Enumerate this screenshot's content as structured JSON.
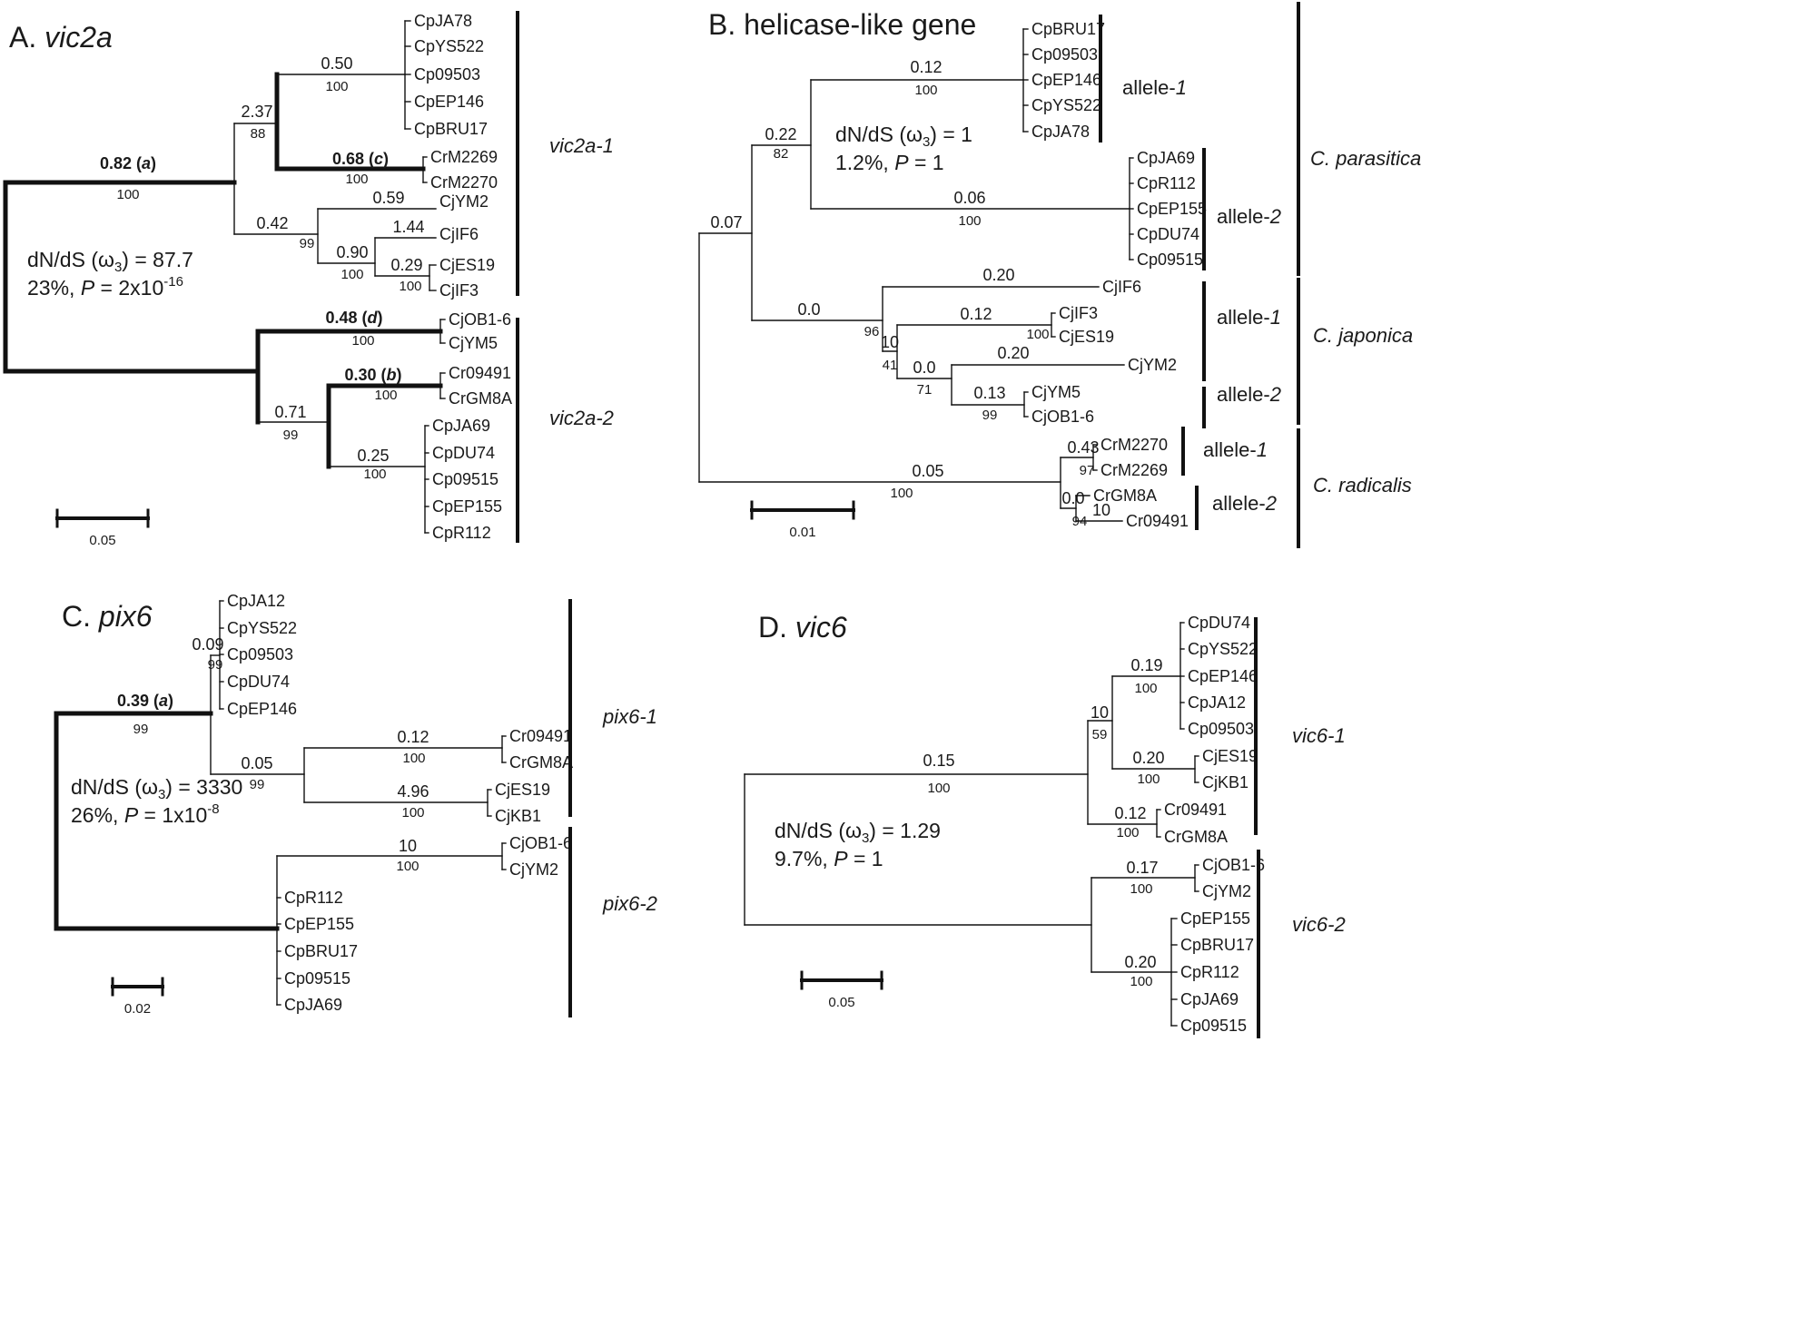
{
  "figure": {
    "panels": [
      {
        "id": "A",
        "title_prefix": "A. ",
        "title_gene": "vic2a",
        "scale_label": "0.05",
        "annotation": {
          "ratio": "dN/dS (ω3) = 87.7",
          "pct": "23%,",
          "p_label": "P",
          "p_value": "= 2x10",
          "p_exp": "-16"
        },
        "tips": [
          "CpJA78",
          "CpYS522",
          "Cp09503",
          "CpEP146",
          "CpBRU17",
          "CrM2269",
          "CrM2270",
          "CjYM2",
          "CjIF6",
          "CjES19",
          "CjIF3",
          "CjOB1-6",
          "CjYM5",
          "Cr09491",
          "CrGM8A",
          "CpJA69",
          "CpDU74",
          "Cp09515",
          "CpEP155",
          "CpR112"
        ],
        "branch_lengths": [
          "0.82 (a)",
          "0.50",
          "2.37",
          "0.68 (c)",
          "0.59",
          "0.42",
          "1.44",
          "0.90",
          "0.29",
          "0.48 (d)",
          "0.30 (b)",
          "0.71",
          "0.25"
        ],
        "bootstraps": [
          "100",
          "100",
          "88",
          "100",
          "99",
          "100",
          "100",
          "100",
          "100",
          "99",
          "100"
        ],
        "clades": [
          "vic2a-1",
          "vic2a-2"
        ]
      },
      {
        "id": "B",
        "title_prefix": "B. helicase-like gene",
        "title_gene": "",
        "scale_label": "0.01",
        "annotation": {
          "ratio": "dN/dS (ω3) = 1",
          "pct": "1.2%,",
          "p_label": "P",
          "p_value": "= 1",
          "p_exp": ""
        },
        "tips": [
          "CpBRU17",
          "Cp09503",
          "CpEP146",
          "CpYS522",
          "CpJA78",
          "CpJA69",
          "CpR112",
          "CpEP155",
          "CpDU74",
          "Cp09515",
          "CjIF6",
          "CjIF3",
          "CjES19",
          "CjYM2",
          "CjYM5",
          "CjOB1-6",
          "CrM2270",
          "CrM2269",
          "CrGM8A",
          "Cr09491"
        ],
        "branch_lengths": [
          "0.12",
          "0.22",
          "0.06",
          "0.07",
          "0.20",
          "0.0",
          "0.12",
          "10",
          "0.20",
          "0.0",
          "0.13",
          "0.43",
          "0.05",
          "0.0",
          "10"
        ],
        "bootstraps": [
          "100",
          "82",
          "100",
          "96",
          "100",
          "41",
          "71",
          "99",
          "97",
          "100",
          "94"
        ],
        "clades": [
          "allele-1",
          "allele-2",
          "allele-1",
          "allele-2",
          "allele-1",
          "allele-2"
        ],
        "species": [
          "C. parasitica",
          "C. japonica",
          "C. radicalis"
        ]
      },
      {
        "id": "C",
        "title_prefix": "C. ",
        "title_gene": "pix6",
        "scale_label": "0.02",
        "annotation": {
          "ratio": "dN/dS (ω3) = 3330",
          "pct": "26%,",
          "p_label": "P",
          "p_value": "= 1x10",
          "p_exp": "-8"
        },
        "tips": [
          "CpJA12",
          "CpYS522",
          "Cp09503",
          "CpDU74",
          "CpEP146",
          "Cr09491",
          "CrGM8A",
          "CjES19",
          "CjKB1",
          "CjOB1-6",
          "CjYM2",
          "CpR112",
          "CpEP155",
          "CpBRU17",
          "Cp09515",
          "CpJA69"
        ],
        "branch_lengths": [
          "0.39 (a)",
          "0.09",
          "0.05",
          "0.12",
          "4.96",
          "10"
        ],
        "bootstraps": [
          "99",
          "99",
          "99",
          "100",
          "100",
          "100"
        ],
        "clades": [
          "pix6-1",
          "pix6-2"
        ]
      },
      {
        "id": "D",
        "title_prefix": "D. ",
        "title_gene": "vic6",
        "scale_label": "0.05",
        "annotation": {
          "ratio": "dN/dS (ω3) = 1.29",
          "pct": "9.7%,",
          "p_label": "P",
          "p_value": "= 1",
          "p_exp": ""
        },
        "tips": [
          "CpDU74",
          "CpYS522",
          "CpEP146",
          "CpJA12",
          "Cp09503",
          "CjES19",
          "CjKB1",
          "Cr09491",
          "CrGM8A",
          "CjOB1-6",
          "CjYM2",
          "CpEP155",
          "CpBRU17",
          "CpR112",
          "CpJA69",
          "Cp09515"
        ],
        "branch_lengths": [
          "0.15",
          "0.19",
          "10",
          "0.20",
          "0.12",
          "0.17",
          "0.20"
        ],
        "bootstraps": [
          "100",
          "100",
          "59",
          "100",
          "100",
          "100",
          "100"
        ],
        "clades": [
          "vic6-1",
          "vic6-2"
        ]
      }
    ]
  },
  "colors": {
    "line": "#111111",
    "text": "#1a1a1a",
    "background": "#ffffff"
  }
}
